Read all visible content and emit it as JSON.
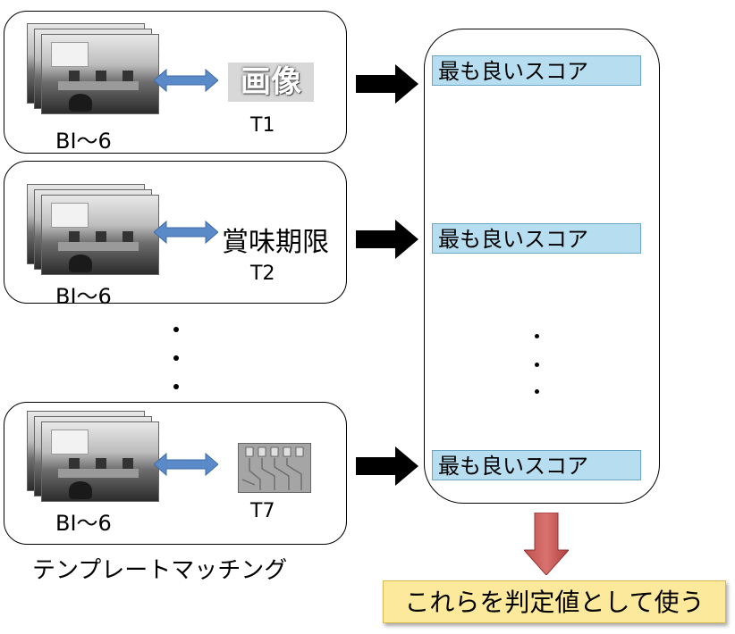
{
  "rows": [
    {
      "bi_label": "BI〜6",
      "template_label": "T1",
      "template_text": "画像"
    },
    {
      "bi_label": "BI〜6",
      "template_label": "T2",
      "template_text": "賞味期限"
    },
    {
      "bi_label": "BI〜6",
      "template_label": "T7",
      "template_text": ""
    }
  ],
  "best_score": [
    "最も良いスコア",
    "最も良いスコア",
    "最も良いスコア"
  ],
  "caption": "テンプレートマッチング",
  "final": "これらを判定値として使う",
  "colors": {
    "double_arrow": "#5b8ac9",
    "best_box": "#b7def0",
    "down_arrow": "#c0504d",
    "final_box": "#fde99c"
  }
}
